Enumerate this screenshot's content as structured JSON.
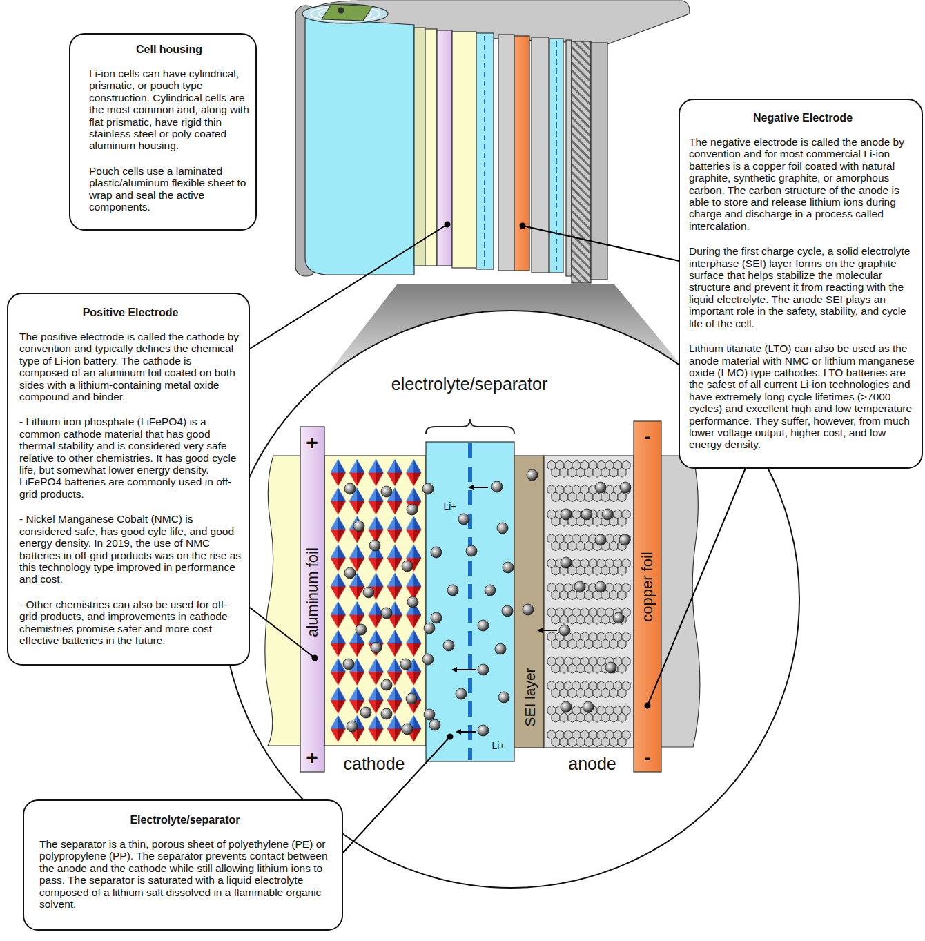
{
  "diagram": {
    "nodes": [
      {
        "text": [
          "Cell housing",
          "Li-ion cells can have cylindrical, prismatic, or pouch type construction. Cylindrical cells are the most common and, along with flat prismatic, have rigid thin stainless steel or poly coated aluminum housing.",
          "Pouch cells use a laminated plastic/aluminum flexible sheet to wrap and seal the active components."
        ]
      },
      {
        "text": [
          "Negative Electrode",
          "The negative electrode is called the anode by convention and for most commercial Li-ion batteries is a copper foil coated with natural graphite, synthetic graphite, or amorphous carbon. The carbon structure of the anode is able to store and release lithium ions during charge and discharge in a process called intercalation.",
          "During the first charge cycle, a solid electrolyte interphase (SEI) layer forms on the graphite surface that helps stabilize the molecular structure and prevent it from reacting with the liquid electrolyte. The anode SEI plays an important role in the safety, stability, and cycle life of the cell.",
          "Lithium titanate (LTO) can also be used as the anode material with NMC or lithium manganese oxide (LMO) type cathodes. LTO batteries are the safest of all current Li-ion technologies and have extremely long cycle lifetimes (>7000 cycles) and excellent high and low temperature performance. They suffer, however, from much lower voltage output, higher cost, and low energy density."
        ]
      },
      {
        "text": [
          "Positive Electrode",
          "The positive electrode is called the cathode by convention and typically defines the chemical type of Li-ion battery. The cathode is composed of an aluminum foil coated on both sides with a lithium-containing metal oxide compound and binder.",
          "- Lithium iron phosphate (LiFePO4) is a common cathode material that has good thermal stability and is considered very safe relative to other chemistries. It has good cycle life, but somewhat lower energy density. LiFePO4 batteries are commonly used in off-grid products.",
          "- Nickel Manganese Cobalt (NMC) is considered safe, has good cyle life, and good energy density. In 2019, the use of NMC batteries in off-grid products was on the rise as this technology type improved in performance and cost.",
          "- Other chemistries can also be used for off-grid products, and improvements in cathode chemistries promise safer and more cost effective batteries in the future."
        ]
      },
      {
        "text": [
          "Electrolyte/separator",
          "The separator is a thin, porous sheet of polyethylene (PE) or polypropylene (PP). The separator prevents contact between the anode and the cathode while still allowing lithium ions to pass. The separator is saturated with a liquid electrolyte composed of a lithium salt dissolved in a flammable organic solvent."
        ]
      }
    ],
    "labels": [
      "electrolyte/separator",
      "+",
      "aluminum foil",
      "Li+",
      "SEI layer",
      "copper foil",
      "Li+",
      "-",
      "+",
      "cathode",
      "anode",
      "-"
    ]
  }
}
